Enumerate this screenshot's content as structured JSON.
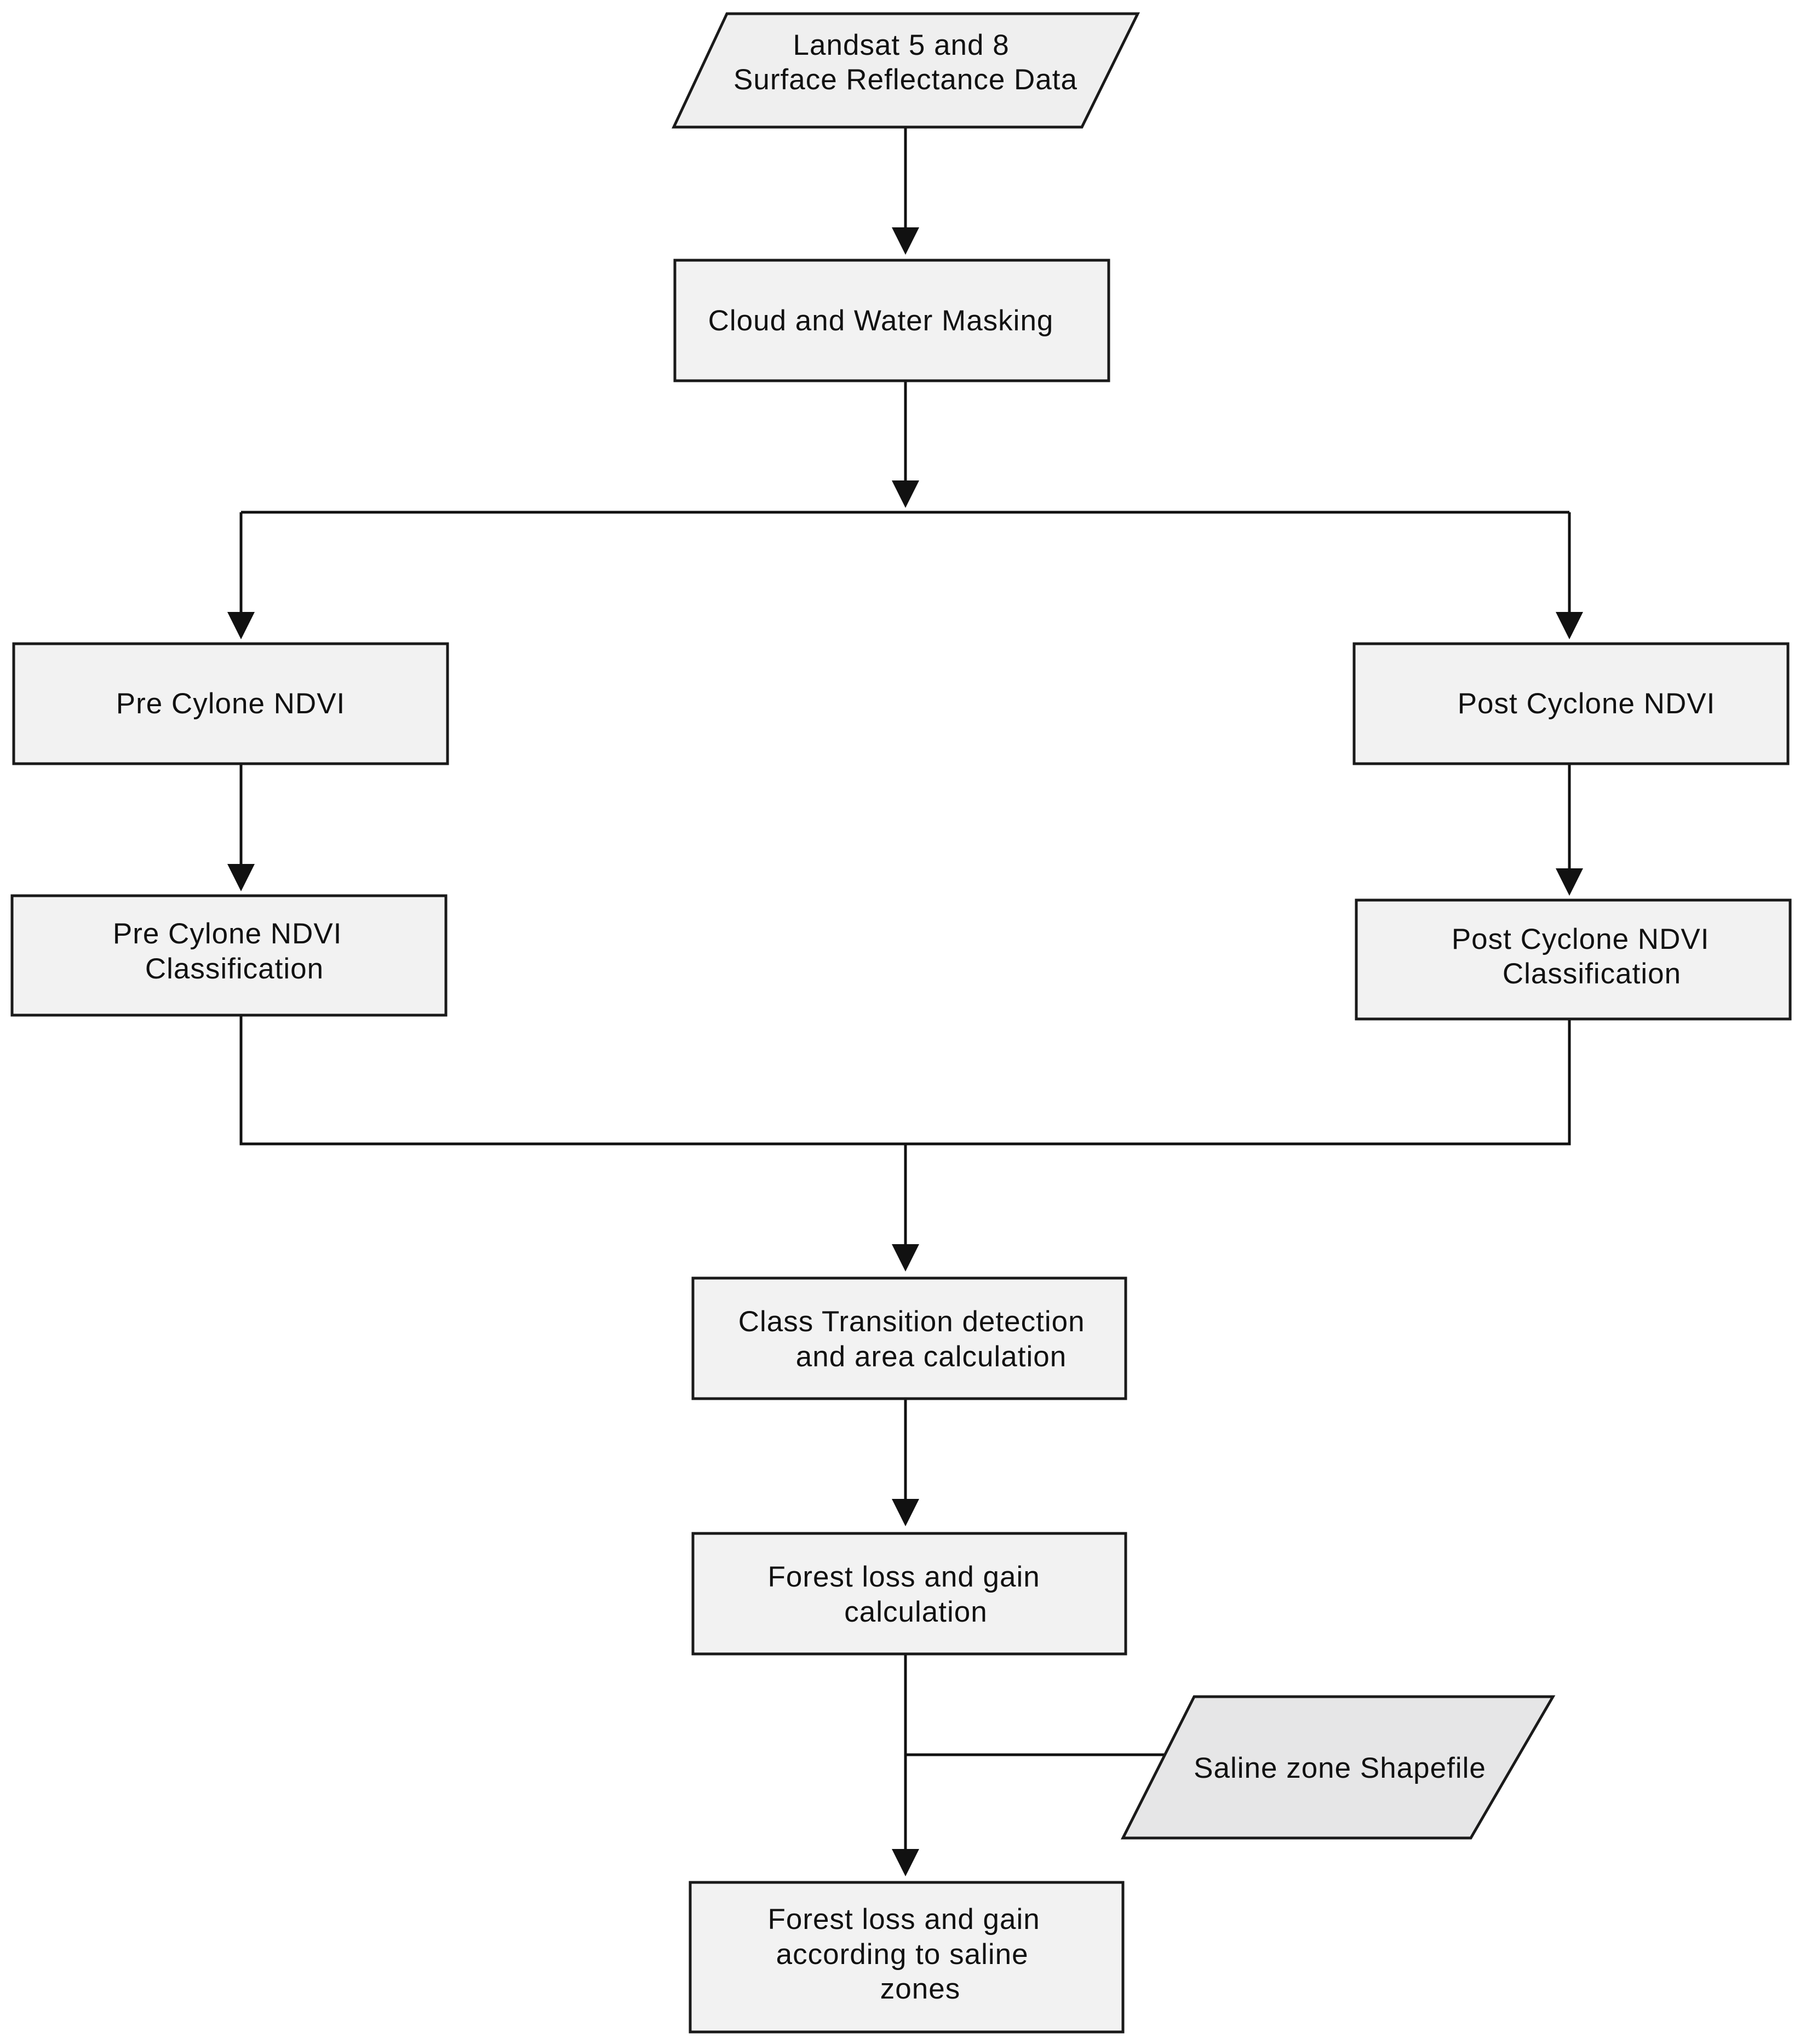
{
  "nodes": {
    "input_landsat": {
      "lines": [
        "Landsat 5 and 8",
        "Surface Reflectance Data"
      ],
      "shape": "parallelogram"
    },
    "masking": {
      "lines": [
        "Cloud and Water Masking"
      ],
      "shape": "rectangle"
    },
    "pre_ndvi": {
      "lines": [
        "Pre Cylone NDVI"
      ],
      "shape": "rectangle"
    },
    "post_ndvi": {
      "lines": [
        "Post Cyclone NDVI"
      ],
      "shape": "rectangle"
    },
    "pre_class": {
      "lines": [
        "Pre Cylone NDVI",
        "Classification"
      ],
      "shape": "rectangle"
    },
    "post_class": {
      "lines": [
        "Post Cyclone NDVI",
        "Classification"
      ],
      "shape": "rectangle"
    },
    "transition": {
      "lines": [
        "Class Transition detection",
        "and area calculation"
      ],
      "shape": "rectangle"
    },
    "loss_gain": {
      "lines": [
        "Forest loss and gain",
        "calculation"
      ],
      "shape": "rectangle"
    },
    "saline_input": {
      "lines": [
        "Saline zone Shapefile"
      ],
      "shape": "parallelogram"
    },
    "saline_result": {
      "lines": [
        "Forest loss and gain",
        "according to saline",
        "zones"
      ],
      "shape": "rectangle"
    }
  },
  "edges": [
    {
      "from": "input_landsat",
      "to": "masking"
    },
    {
      "from": "masking",
      "to": "pre_ndvi"
    },
    {
      "from": "masking",
      "to": "post_ndvi"
    },
    {
      "from": "pre_ndvi",
      "to": "pre_class"
    },
    {
      "from": "post_ndvi",
      "to": "post_class"
    },
    {
      "from": "pre_class",
      "to": "transition"
    },
    {
      "from": "post_class",
      "to": "transition"
    },
    {
      "from": "transition",
      "to": "loss_gain"
    },
    {
      "from": "loss_gain",
      "to": "saline_result"
    },
    {
      "from": "saline_input",
      "to": "saline_result"
    }
  ],
  "colors": {
    "box_fill": "#f2f2f2",
    "input_fill": "#efefef",
    "saline_fill": "#e6e6e7",
    "stroke": "#1a1a1a"
  }
}
